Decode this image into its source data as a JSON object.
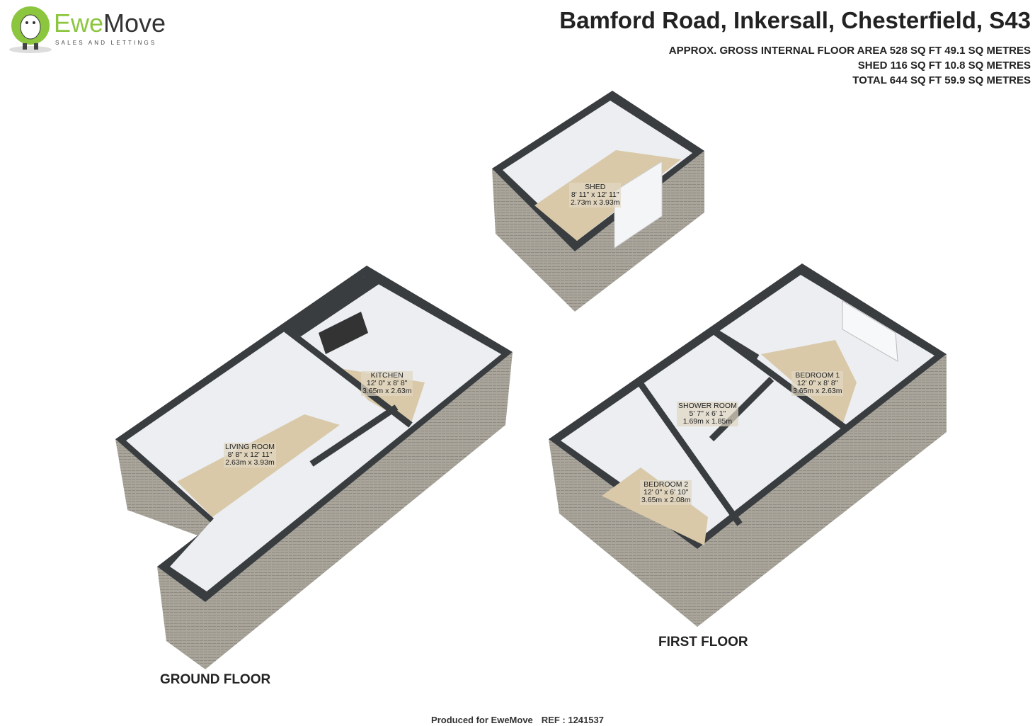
{
  "logo": {
    "brand_part1": "Ewe",
    "brand_part2": "Move",
    "tagline": "SALES AND LETTINGS"
  },
  "header": {
    "address": "Bamford Road, Inkersall, Chesterfield, S43",
    "areas": [
      "APPROX. GROSS INTERNAL FLOOR AREA 528 SQ FT 49.1 SQ METRES",
      "SHED 116 SQ FT 10.8 SQ METRES",
      "TOTAL 644 SQ FT 59.9 SQ METRES"
    ]
  },
  "rooms": {
    "shed": {
      "name": "SHED",
      "imperial": "8' 11\" x 12' 11\"",
      "metric": "2.73m x 3.93m"
    },
    "kitchen": {
      "name": "KITCHEN",
      "imperial": "12' 0\" x 8' 8\"",
      "metric": "3.65m x 2.63m"
    },
    "living": {
      "name": "LIVING ROOM",
      "imperial": "8' 8\" x 12' 11\"",
      "metric": "2.63m x 3.93m"
    },
    "bedroom1": {
      "name": "BEDROOM 1",
      "imperial": "12' 0\" x 8' 8\"",
      "metric": "3.65m x 2.63m"
    },
    "shower": {
      "name": "SHOWER ROOM",
      "imperial": "5' 7\" x 6' 1\"",
      "metric": "1.69m x 1.85m"
    },
    "bedroom2": {
      "name": "BEDROOM 2",
      "imperial": "12' 0\" x 6' 10\"",
      "metric": "3.65m x 2.08m"
    }
  },
  "floors": {
    "ground": "GROUND FLOOR",
    "first": "FIRST FLOOR"
  },
  "footer": {
    "produced": "Produced for EweMove",
    "ref": "REF : 1241537"
  },
  "colors": {
    "brand_green": "#8cc63f",
    "wall": "#3a3d40",
    "floor": "#d9c9a8",
    "brick": "#a8a49a"
  }
}
